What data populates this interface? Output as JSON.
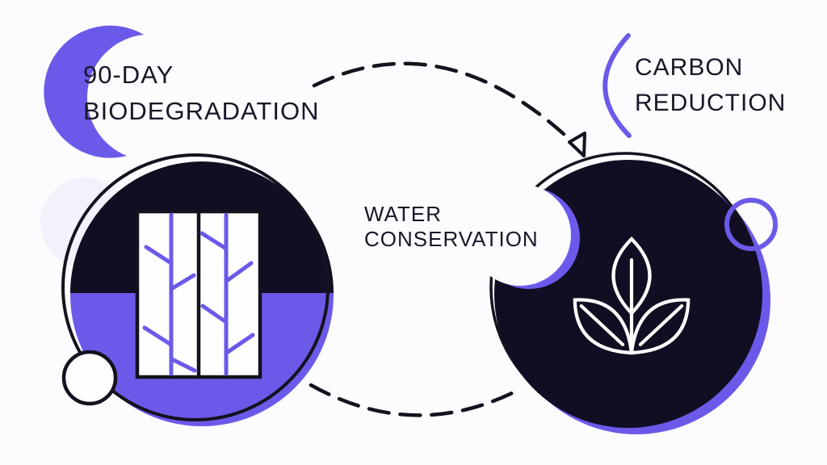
{
  "labels": {
    "biodegradation": {
      "line1": "90-DAY",
      "line2": "BIODEGRADATION"
    },
    "carbon": {
      "line1": "CARBON",
      "line2": "REDUCTION"
    },
    "water": {
      "line1": "WATER",
      "line2": "CONSERVATION"
    }
  },
  "icons": {
    "left_circle": "fiber-panels-icon",
    "right_circle": "plant-leaves-icon",
    "connector_top": "dashed-arrow-arc",
    "connector_bottom": "dashed-arc",
    "top_left_accent": "crescent-shape",
    "carbon_accent": "arc-stroke"
  },
  "colors": {
    "purple": "#6B5AE9",
    "dark_navy": "#110E23",
    "text": "#1A1626",
    "outline": "#15121E",
    "white": "#FEFEFF",
    "light_lavender": "#F3F1FB",
    "background": "#FCFCFE"
  }
}
